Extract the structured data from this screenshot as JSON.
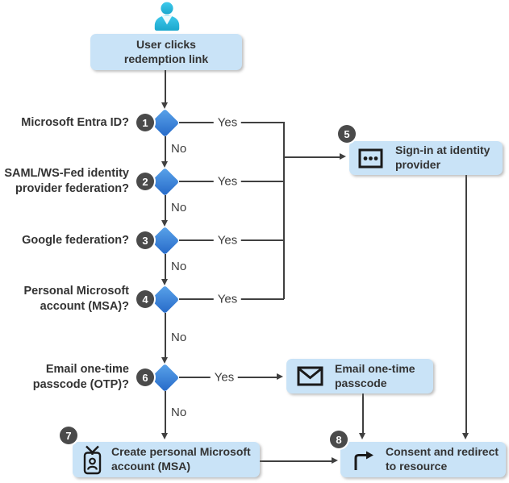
{
  "nodes": {
    "start": {
      "line1": "User clicks",
      "line2": "redemption link"
    },
    "q1": {
      "number": "1",
      "line1": "Microsoft Entra ID?",
      "line2": ""
    },
    "q2": {
      "number": "2",
      "line1": "SAML/WS-Fed identity",
      "line2": "provider federation?"
    },
    "q3": {
      "number": "3",
      "line1": "Google federation?",
      "line2": ""
    },
    "q4": {
      "number": "4",
      "line1": "Personal Microsoft",
      "line2": "account (MSA)?"
    },
    "q6": {
      "number": "6",
      "line1": "Email one-time",
      "line2": "passcode (OTP)?"
    },
    "signin": {
      "number": "5",
      "line1": "Sign-in at identity",
      "line2": "provider"
    },
    "otp": {
      "line1": "Email one-time",
      "line2": "passcode"
    },
    "create_msa": {
      "number": "7",
      "line1": "Create personal Microsoft",
      "line2": "account (MSA)"
    },
    "consent": {
      "number": "8",
      "line1": "Consent and redirect",
      "line2": "to resource"
    }
  },
  "edge_labels": {
    "yes": "Yes",
    "no": "No"
  },
  "icons": {
    "person": "user-icon",
    "signin": "password-dots-icon",
    "otp": "envelope-icon",
    "create_msa": "id-badge-icon",
    "consent": "redirect-arrow-icon"
  },
  "colors": {
    "box_fill": "#c9e3f7",
    "diamond_fill": "#3b82d8",
    "step_circle": "#4a4a4a",
    "connector": "#404040",
    "text": "#333333",
    "person_cyan": "#2abddf"
  }
}
